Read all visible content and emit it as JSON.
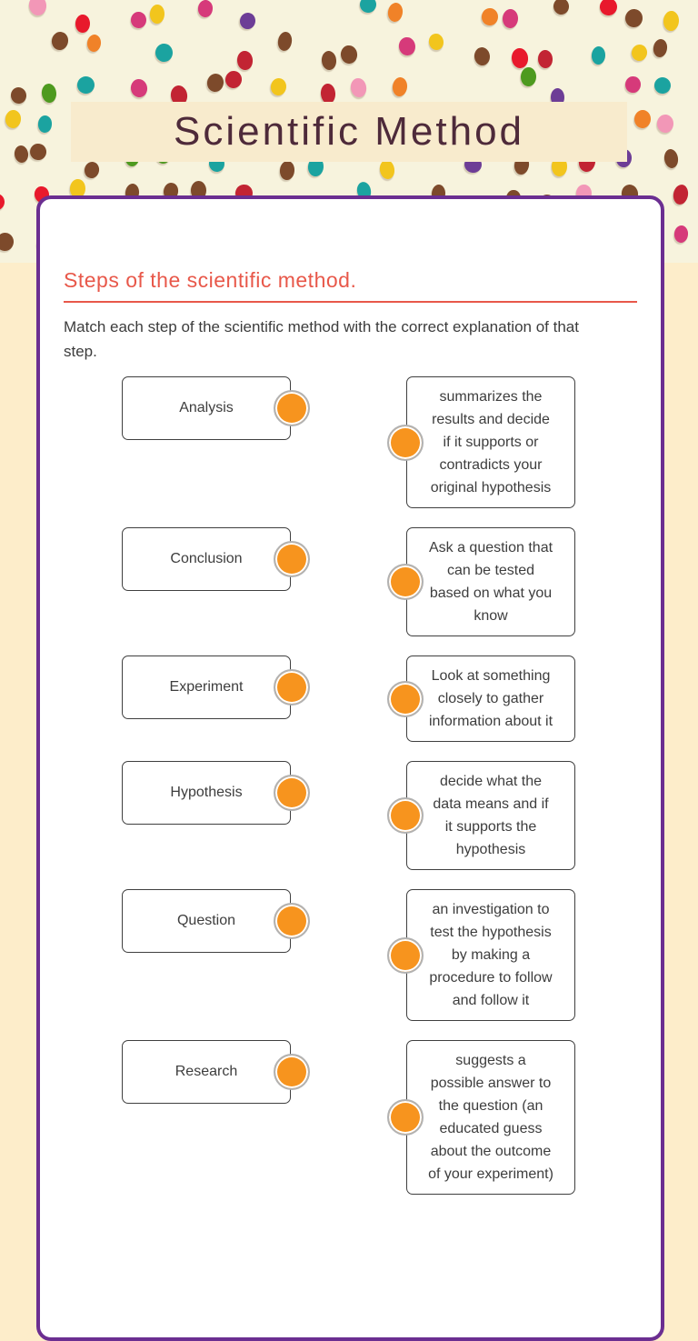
{
  "title_banner": {
    "text": "Scientific Method"
  },
  "worksheet": {
    "section_heading": "Steps of the scientific method.",
    "instruction": "Match each step of the scientific method with the correct explanation of that step.",
    "match": {
      "pairs": [
        {
          "term": "Analysis",
          "definition": "summarizes the results and decide if it supports or contradicts your original hypothesis"
        },
        {
          "term": "Conclusion",
          "definition": "Ask a question that can be tested based on what you know"
        },
        {
          "term": "Experiment",
          "definition": "Look at something closely to gather information about it"
        },
        {
          "term": "Hypothesis",
          "definition": "decide what the data means and if it supports the hypothesis"
        },
        {
          "term": "Question",
          "definition": "an investigation to test the hypothesis by making a procedure to follow and follow it"
        },
        {
          "term": "Research",
          "definition": "suggests a possible answer to the question (an educated guess about the outcome of your experiment)"
        }
      ]
    }
  },
  "theme": {
    "page_bg": "#fdedca",
    "header_bg": "#f7f3dd",
    "banner_bg": "#f8ebcd",
    "title_color": "#4e2a3a",
    "card_border_color": "#6b2e91",
    "heading_color": "#e8584a",
    "connector_dot_color": "#f7941e",
    "connector_ring_color": "#b2b2b2",
    "dot_palette": [
      "#7d4a2b",
      "#7d4a2b",
      "#7d4a2b",
      "#e8192c",
      "#c22433",
      "#f08228",
      "#1ba3a0",
      "#4e9a1f",
      "#6d3d96",
      "#f297b7",
      "#f2c51d",
      "#d63a7a"
    ]
  }
}
